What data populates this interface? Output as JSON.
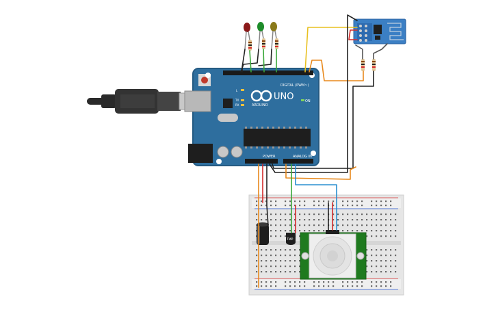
{
  "board": {
    "name": "UNO",
    "brand": "ARDUINO",
    "digital_label": "DIGITAL (PWM~)",
    "power_label": "POWER",
    "analog_label": "ANALOG IN",
    "on_label": "ON",
    "l_label": "L",
    "tx_label": "TX",
    "rx_label": "RX"
  },
  "sensor": {
    "temp_label": "TMP"
  },
  "leds": [
    {
      "name": "red-led",
      "color": "#8b1a1a"
    },
    {
      "name": "green-led",
      "color": "#1e8c2a"
    },
    {
      "name": "yellow-led",
      "color": "#8a7a1a"
    }
  ],
  "colors": {
    "board": "#2e6e9e",
    "breadboard": "#e8e8e8",
    "pir": "#1f7a1f",
    "esp": "#3b7fc4",
    "wire_orange": "#e8891c",
    "wire_red": "#d42a2a",
    "wire_black": "#222222",
    "wire_green": "#3aa83a",
    "wire_blue": "#2a8fd0",
    "wire_yellow": "#e8c020",
    "wire_gray": "#555555"
  }
}
